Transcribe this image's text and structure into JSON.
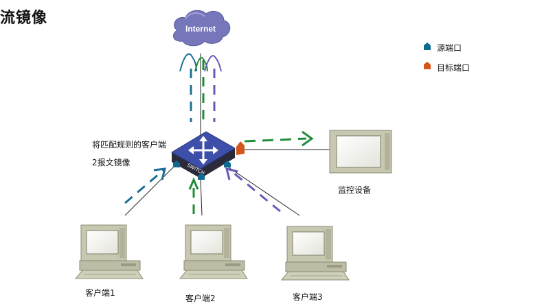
{
  "title": "流镜像",
  "cloud_label": "Internet",
  "switch_label": "SWITCH",
  "annotation": {
    "line1": "将匹配规则的客户端",
    "line2": "2报文镜像"
  },
  "monitor_label": "监控设备",
  "clients": [
    {
      "label": "客户端1"
    },
    {
      "label": "客户端2"
    },
    {
      "label": "客户端3"
    }
  ],
  "legend": {
    "source_port": "源端口",
    "destination_port": "目标端口"
  },
  "colors": {
    "source_port": "#0e6a8f",
    "destination_port": "#d2561a",
    "mirrored_flow": "#1f8c3a",
    "client1_flow": "#1c6f93",
    "client3_flow": "#6a58b8",
    "cloud": "#7474b8",
    "switch_top": "#3d4fa8"
  }
}
